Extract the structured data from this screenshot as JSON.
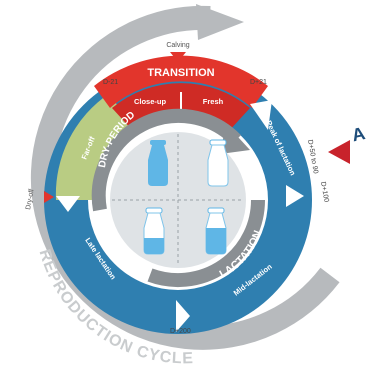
{
  "diagram": {
    "outer_cycle_label": "REPRODUCTION CYCLE",
    "calving_label": "Calving",
    "dry_off_label": "Dry-off",
    "right_cut_label": "A",
    "phases": {
      "transition": "TRANSITION",
      "close_up": "Close-up",
      "fresh": "Fresh",
      "dry_period": "DRY-PERIOD",
      "far_off": "Far-off",
      "lactation": "LACTATION",
      "peak_of_lactation": "Peak of lactation",
      "mid_lactation": "Mid-lactation",
      "late_lactation": "Late lactation"
    },
    "markers": {
      "d_minus_21": "D-21",
      "d_plus_21": "D+21",
      "d_50_90": "D+50 to 90",
      "d_100": "D+100",
      "d_200": "D+200"
    },
    "colors": {
      "transition_red": "#e2352c",
      "close_up_red": "#cf2b25",
      "far_off_green": "#b9cc83",
      "lactation_blue": "#2f7fb0",
      "lactation_blue_dark": "#246a96",
      "dry_period_gray": "#8a8f93",
      "outer_ring_gray": "#b7babd",
      "center_gray": "#dfe3e6",
      "milk_can_blue": "#5fb6e6",
      "milk_can_white": "#ffffff"
    },
    "icons": [
      "milk-can-icon",
      "milk-can-icon",
      "milk-can-icon",
      "milk-can-icon"
    ]
  }
}
